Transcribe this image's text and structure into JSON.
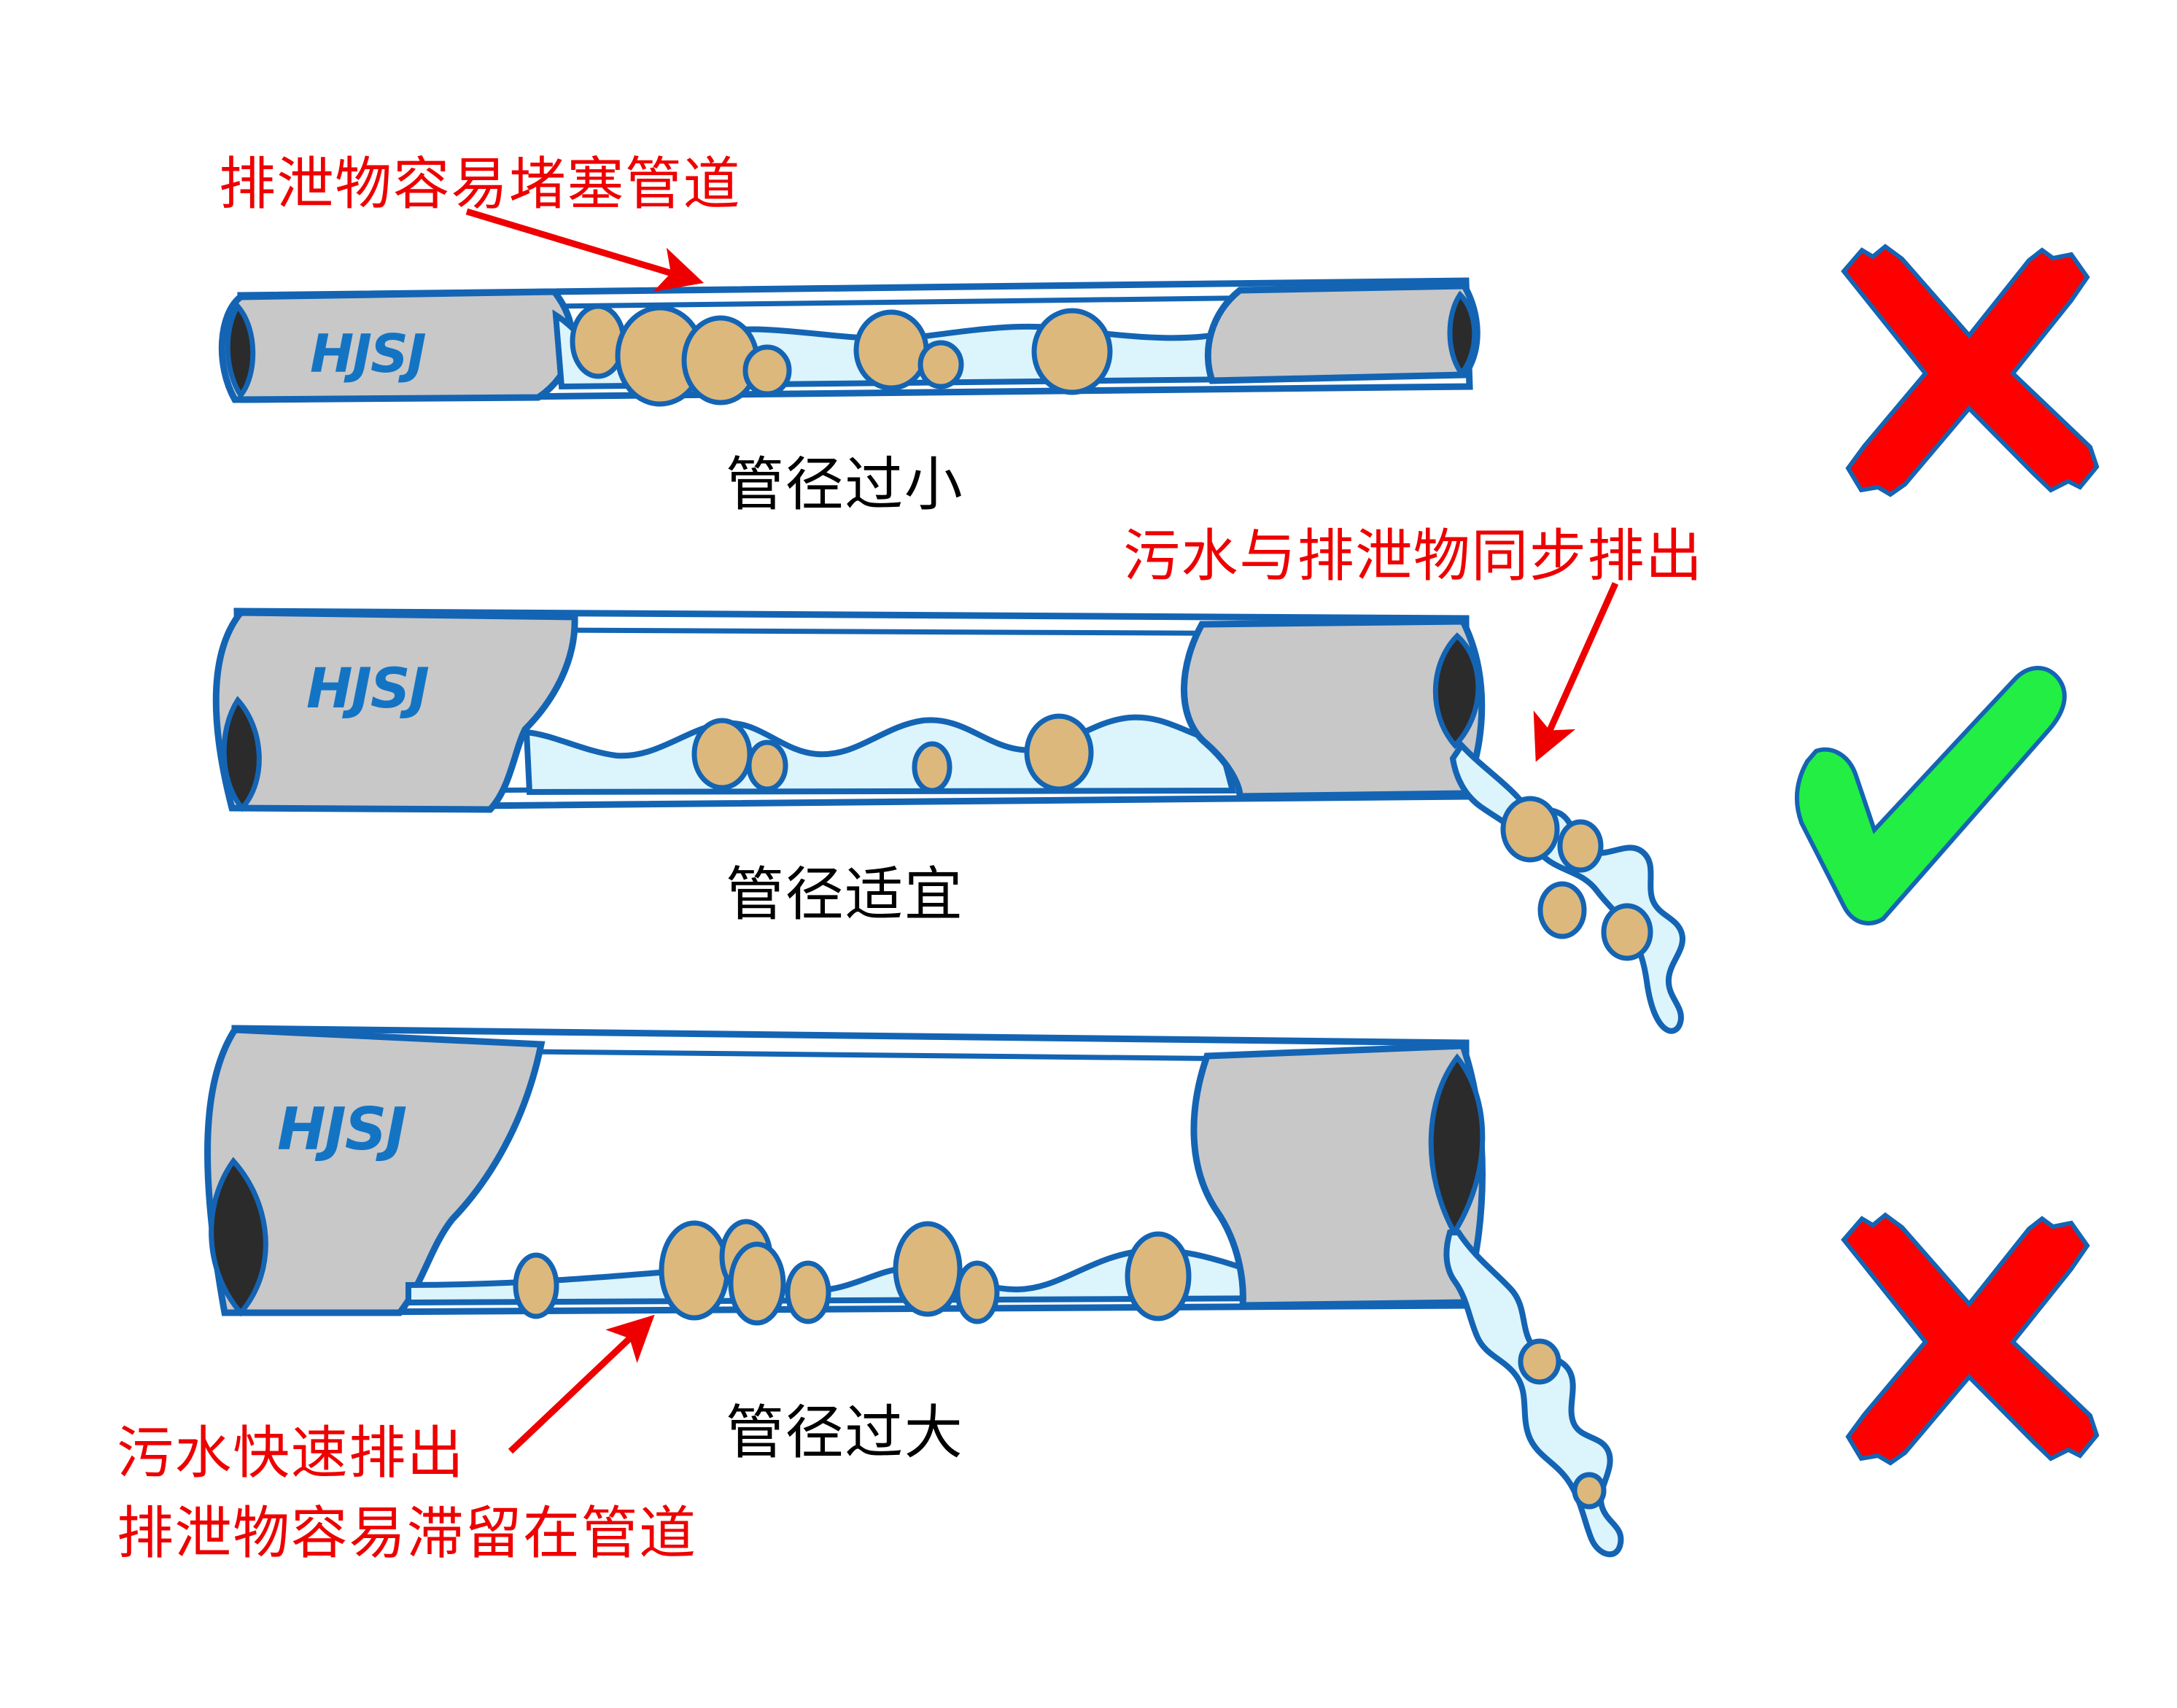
{
  "brand": {
    "logo_text": "HJSJ"
  },
  "colors": {
    "pipe_outline": "#1464b4",
    "pipe_body": "#c8c8c8",
    "water": "#dcf4fb",
    "solid": "#dcb87d",
    "solid_outline": "#1464b4",
    "bore_dark": "#2b2b2b",
    "annotation_red": "#ee0000",
    "check_green": "#22ee44",
    "cross_red": "#ff0000",
    "caption_black": "#000000",
    "background": "#ffffff"
  },
  "annotations": [
    {
      "id": "anno-too-small",
      "text": "排泄物容易堵塞管道"
    },
    {
      "id": "anno-sync-discharge",
      "text": "污水与排泄物同步排出"
    },
    {
      "id": "anno-fast-drain",
      "text": "污水快速排出"
    },
    {
      "id": "anno-retained",
      "text": "排泄物容易滞留在管道"
    }
  ],
  "panels": [
    {
      "id": "panel-too-small",
      "caption": "管径过小",
      "verdict": "cross",
      "verdict_symbol": "✘"
    },
    {
      "id": "panel-suitable",
      "caption": "管径适宜",
      "verdict": "check",
      "verdict_symbol": "✔"
    },
    {
      "id": "panel-too-large",
      "caption": "管径过大",
      "verdict": "cross",
      "verdict_symbol": "✘"
    }
  ]
}
